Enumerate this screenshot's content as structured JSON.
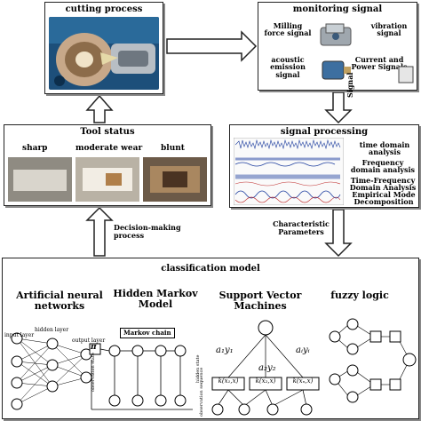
{
  "cutting": {
    "title": "cutting process"
  },
  "monitoring": {
    "title": "monitoring signal",
    "milling": "Milling force signal",
    "vibration": "vibration signal",
    "acoustic": "acoustic emission signal",
    "current": "Current and Power Signals"
  },
  "tool": {
    "title": "Tool status",
    "sharp": "sharp",
    "moderate": "moderate wear",
    "blunt": "blunt"
  },
  "processing": {
    "title": "signal processing",
    "items": [
      "time domain analysis",
      "Frequency domain analysis",
      "Time-Frequency Domain Analysis",
      "Empirical Mode Decomposition"
    ]
  },
  "labels": {
    "signal": "Signal",
    "characteristic": "Characteristic Parameters",
    "decision": "Decision-making process"
  },
  "classification": {
    "title": "classification model",
    "ann": "Artificial neural networks",
    "hmm": "Hidden Markov Model",
    "svm": "Support Vector Machines",
    "fuzzy": "fuzzy logic",
    "input_layer": "input layer",
    "hidden_layer": "hidden layer",
    "output_layer": "output layer",
    "markov_chain": "Markov chain",
    "obs_state": "observation state",
    "obs_seq": "observation sequence",
    "hidden_state": "hidden state",
    "pi": "π",
    "ay": "a₁y₁",
    "ay2": "a₂y₂",
    "ay3": "aᵢyᵢ",
    "k1": "k(x₁,x)",
    "k2": "k(x₂,x)",
    "k3": "k(xₙ,x)"
  },
  "colors": {
    "border": "#222222",
    "shadow": "#888888",
    "wave": "#1f3f9f"
  }
}
